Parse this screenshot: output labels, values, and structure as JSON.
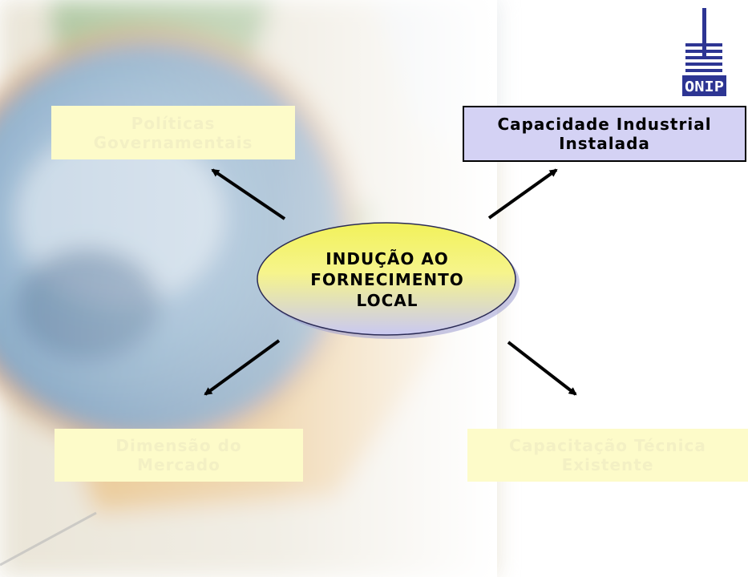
{
  "center": {
    "lines": [
      "INDUÇÃO AO",
      "FORNECIMENTO",
      "LOCAL"
    ]
  },
  "nodes": {
    "top_left": {
      "lines": [
        "Políticas",
        "Governamentais"
      ]
    },
    "top_right": {
      "lines": [
        "Capacidade Industrial",
        "Instalada"
      ]
    },
    "bottom_left": {
      "lines": [
        "Dimensão do",
        "Mercado"
      ]
    },
    "bottom_right": {
      "lines": [
        "Capacitação Técnica",
        "Existente"
      ]
    }
  },
  "logo": {
    "text": "ONIP"
  },
  "colors": {
    "faded_box": "#fdfbc9",
    "solid_box": "#d4d2f4",
    "ellipse_top": "#f2f25a",
    "ellipse_bottom": "#c9c8f2",
    "logo": "#2d3593"
  }
}
